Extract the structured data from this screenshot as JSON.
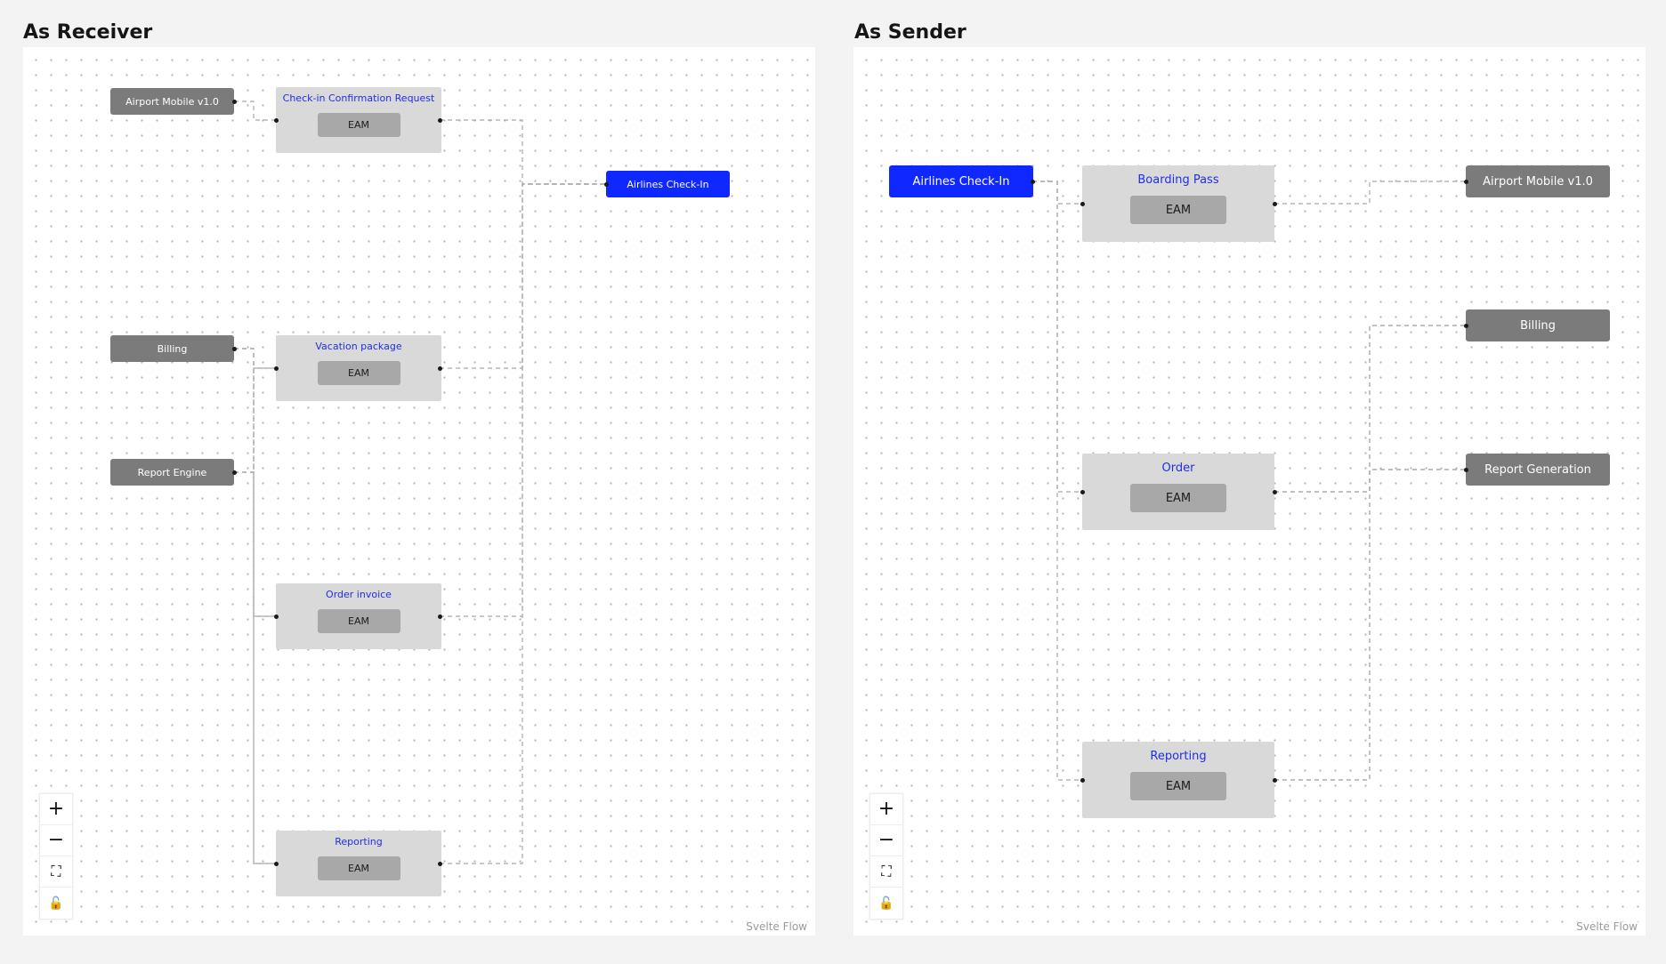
{
  "receiver": {
    "title": "As Receiver",
    "nodes": {
      "airport_mobile": "Airport Mobile v1.0",
      "billing": "Billing",
      "report_engine": "Report Engine",
      "airlines_checkin": "Airlines Check-In",
      "checkin_confirmation": {
        "title": "Check-in Confirmation Request",
        "tag": "EAM"
      },
      "vacation_package": {
        "title": "Vacation package",
        "tag": "EAM"
      },
      "order_invoice": {
        "title": "Order invoice",
        "tag": "EAM"
      },
      "reporting": {
        "title": "Reporting",
        "tag": "EAM"
      }
    },
    "attribution": "Svelte Flow"
  },
  "sender": {
    "title": "As Sender",
    "nodes": {
      "airlines_checkin": "Airlines Check-In",
      "airport_mobile": "Airport Mobile v1.0",
      "billing": "Billing",
      "report_generation": "Report Generation",
      "boarding_pass": {
        "title": "Boarding Pass",
        "tag": "EAM"
      },
      "order": {
        "title": "Order",
        "tag": "EAM"
      },
      "reporting": {
        "title": "Reporting",
        "tag": "EAM"
      }
    },
    "attribution": "Svelte Flow"
  },
  "controls": {
    "zoom_in": "+",
    "zoom_out": "−",
    "fit_view": "⛶",
    "lock": "🔓"
  },
  "colors": {
    "selected_node": "#0f28ff",
    "app_node": "#7b7b7b",
    "group_node": "#d9d9d9",
    "group_title": "#1f2fe6",
    "tag": "#a8a8a8"
  }
}
